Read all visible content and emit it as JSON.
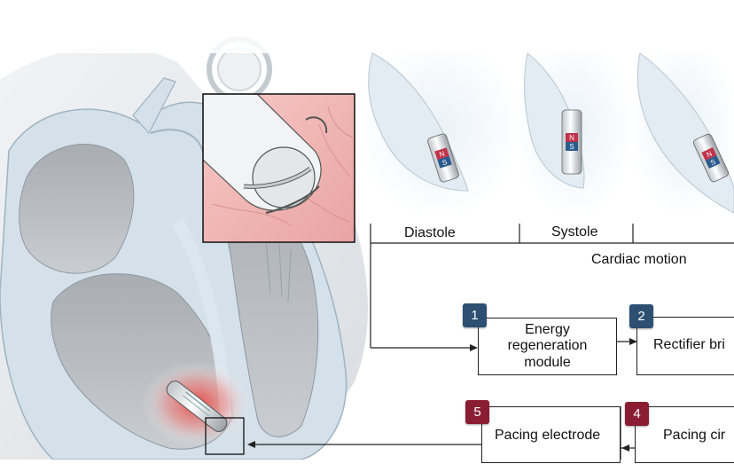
{
  "colors": {
    "badge_blue": "#2c4f72",
    "badge_red": "#8a1d32",
    "line": "#222222",
    "heart_wall": "#d6e2ea",
    "inset_tissue": "#f0b8b6",
    "glow": "#e8413c"
  },
  "icons": {
    "magnet_north": "N",
    "magnet_south": "S"
  },
  "timeline": {
    "diastole": "Diastole",
    "systole": "Systole",
    "cardiac_motion": "Cardiac motion"
  },
  "blocks": {
    "energy": {
      "num": "1",
      "line1": "Energy",
      "line2": "regeneration",
      "line3": "module"
    },
    "rectifier": {
      "num": "2",
      "label": "Rectifier bri"
    },
    "pacing_circuit": {
      "num": "4",
      "label": "Pacing cir"
    },
    "pacing_electrode": {
      "num": "5",
      "label": "Pacing electrode"
    }
  }
}
